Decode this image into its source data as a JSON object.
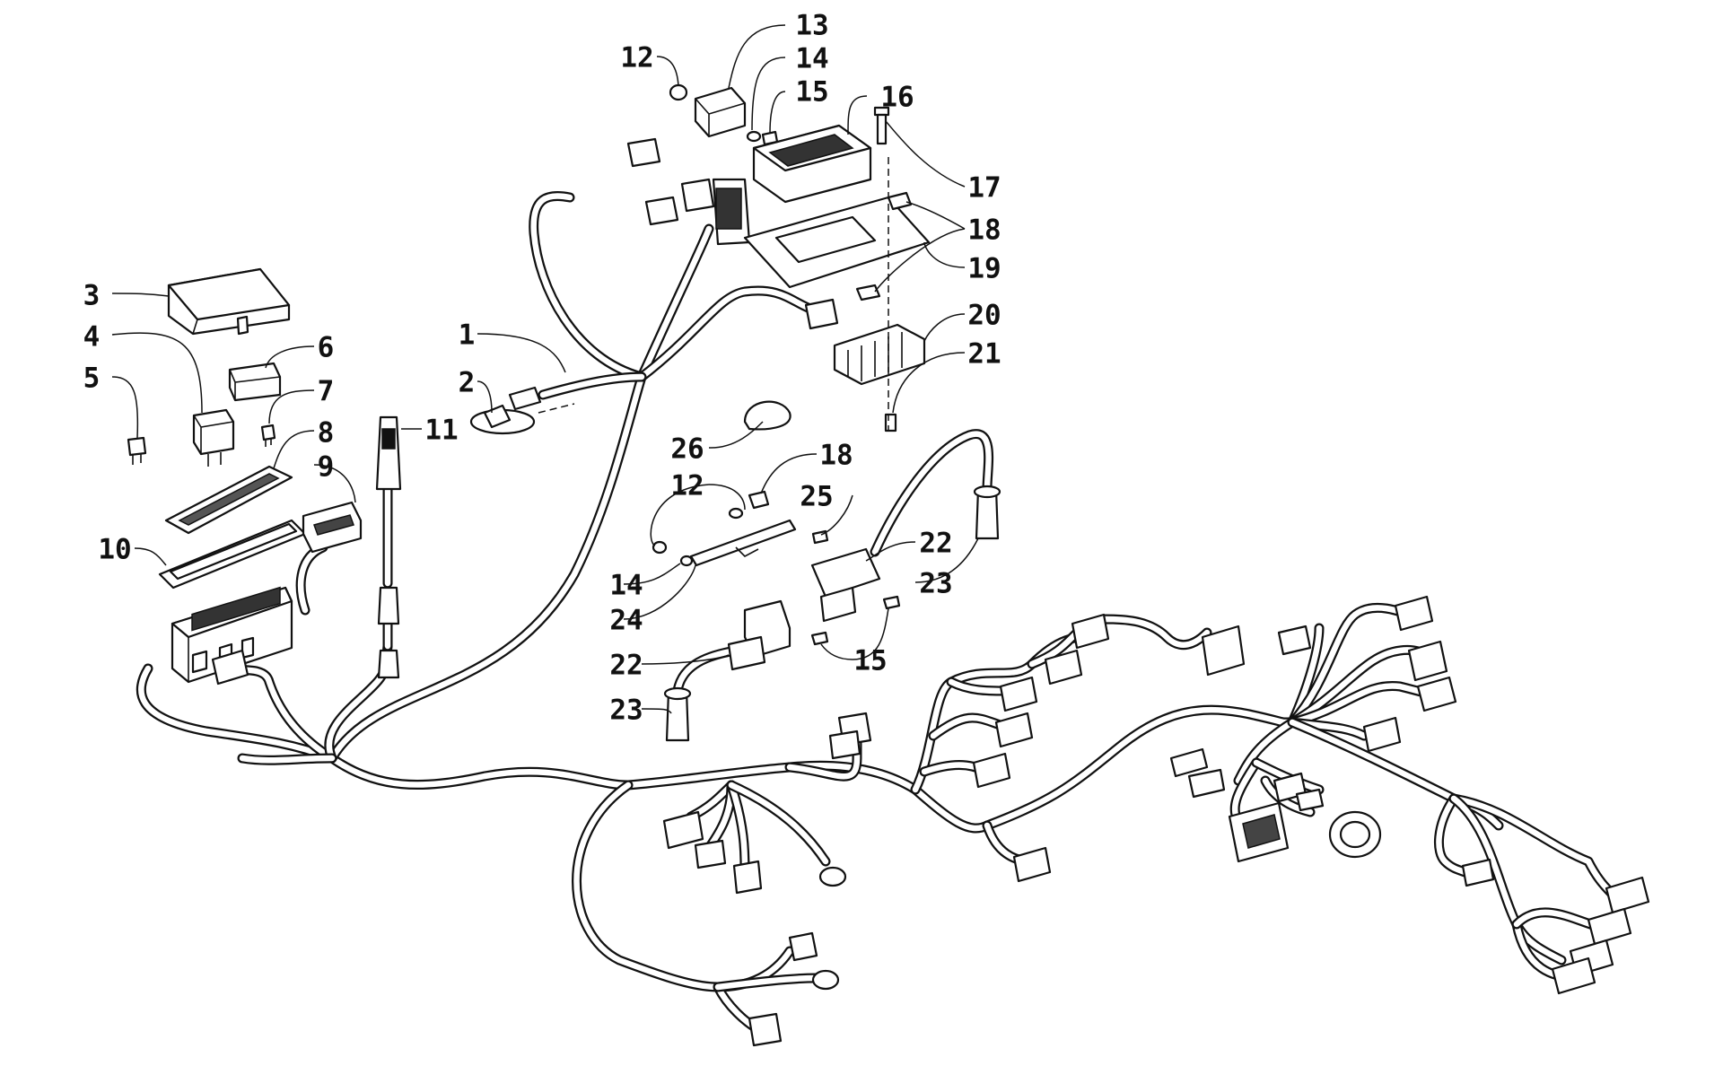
{
  "callouts": {
    "c1": "1",
    "c2": "2",
    "c3": "3",
    "c4": "4",
    "c5": "5",
    "c6": "6",
    "c7": "7",
    "c8": "8",
    "c9": "9",
    "c10": "10",
    "c11": "11",
    "c12a": "12",
    "c12b": "12",
    "c13": "13",
    "c14a": "14",
    "c14b": "14",
    "c15a": "15",
    "c15b": "15",
    "c16": "16",
    "c17": "17",
    "c18a": "18",
    "c18b": "18",
    "c19": "19",
    "c20": "20",
    "c21": "21",
    "c22a": "22",
    "c22b": "22",
    "c23a": "23",
    "c23b": "23",
    "c24": "24",
    "c25": "25",
    "c26": "26"
  },
  "colors": {
    "line": "#111111",
    "background": "#ffffff"
  }
}
